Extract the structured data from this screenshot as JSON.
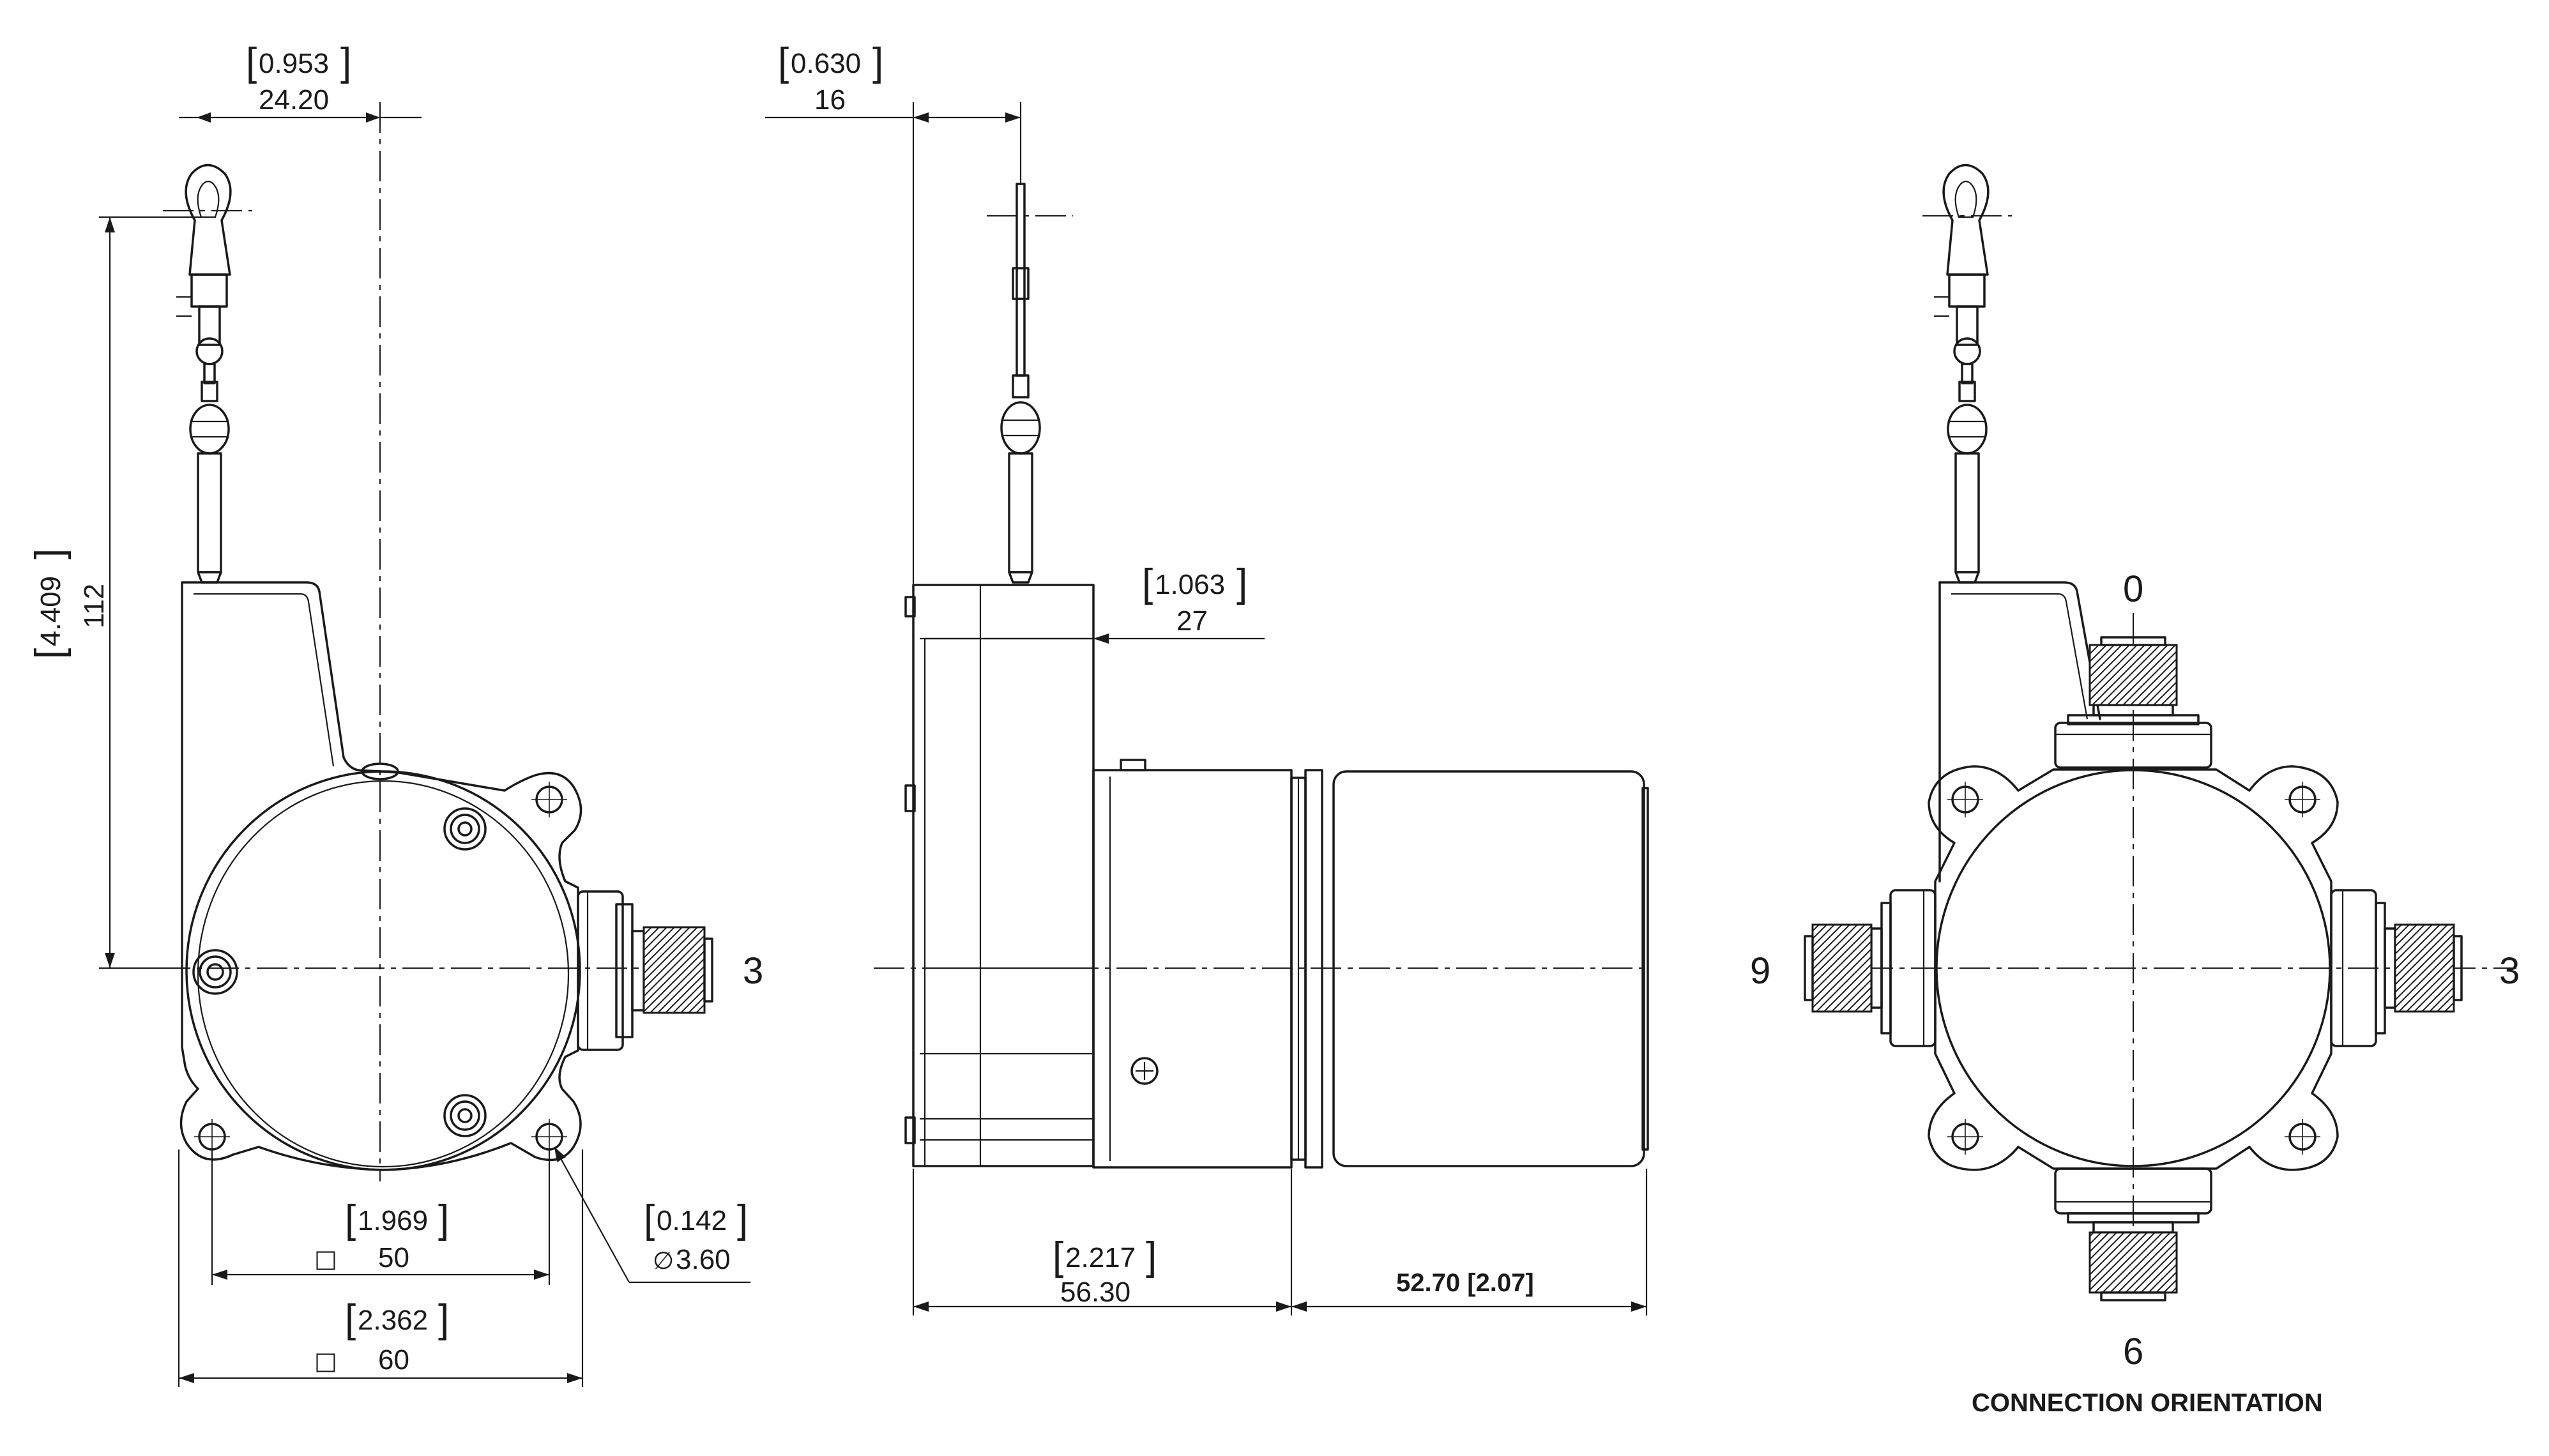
{
  "front_view": {
    "dim_cable_offset": {
      "inch": "0.953",
      "mm": "24.20"
    },
    "dim_height": {
      "inch": "4.409",
      "mm": "112"
    },
    "dim_bolt_spacing": {
      "inch": "1.969",
      "mm": "50"
    },
    "dim_overall_width": {
      "inch": "2.362",
      "mm": "60"
    },
    "dim_hole": {
      "inch": "0.142",
      "mm": "3.60"
    },
    "connector_label": "3"
  },
  "side_view": {
    "dim_cable_offset": {
      "inch": "0.630",
      "mm": "16"
    },
    "dim_housing_depth": {
      "inch": "1.063",
      "mm": "27"
    },
    "dim_body_length": {
      "inch": "2.217",
      "mm": "56.30"
    },
    "dim_encoder_length": "52.70 [2.07]"
  },
  "connection_view": {
    "labels": {
      "top": "0",
      "right": "3",
      "bottom": "6",
      "left": "9"
    },
    "caption": "CONNECTION ORIENTATION"
  },
  "symbols": {
    "square": "□",
    "diameter": "∅"
  }
}
